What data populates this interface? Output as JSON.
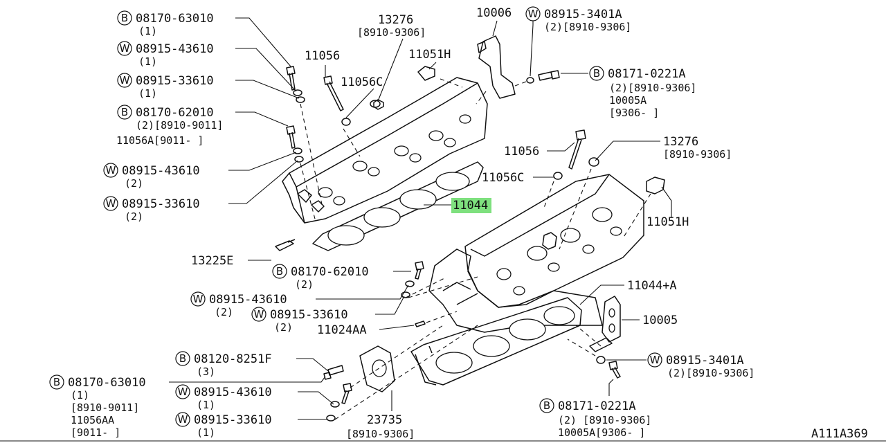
{
  "diagram": {
    "figure_code": "A111A369",
    "highlight_color": "#7ee07e",
    "highlighted_part": "11044",
    "callouts": [
      {
        "prefix": "B",
        "part": "08170-63010",
        "lines": [
          "(1)"
        ]
      },
      {
        "prefix": "W",
        "part": "08915-43610",
        "lines": [
          "(1)"
        ]
      },
      {
        "prefix": "W",
        "part": "08915-33610",
        "lines": [
          "(1)"
        ]
      },
      {
        "prefix": "B",
        "part": "08170-62010",
        "lines": [
          "(2)[8910-9011]",
          "11056A[9011-  ]"
        ]
      },
      {
        "prefix": "W",
        "part": "08915-43610",
        "lines": [
          "(2)"
        ]
      },
      {
        "prefix": "W",
        "part": "08915-33610",
        "lines": [
          "(2)"
        ]
      },
      {
        "prefix": "",
        "part": "13276",
        "lines": [
          "[8910-9306]"
        ]
      },
      {
        "prefix": "",
        "part": "11056",
        "lines": []
      },
      {
        "prefix": "",
        "part": "11051H",
        "lines": []
      },
      {
        "prefix": "",
        "part": "11056C",
        "lines": []
      },
      {
        "prefix": "",
        "part": "10006",
        "lines": []
      },
      {
        "prefix": "W",
        "part": "08915-3401A",
        "lines": [
          "(2)[8910-9306]"
        ]
      },
      {
        "prefix": "B",
        "part": "08171-0221A",
        "lines": [
          "(2)[8910-9306]",
          "10005A",
          "[9306-  ]"
        ]
      },
      {
        "prefix": "",
        "part": "11056",
        "lines": []
      },
      {
        "prefix": "",
        "part": "13276",
        "lines": [
          "[8910-9306]"
        ]
      },
      {
        "prefix": "",
        "part": "11056C",
        "lines": []
      },
      {
        "prefix": "",
        "part": "11044",
        "lines": []
      },
      {
        "prefix": "",
        "part": "11051H",
        "lines": []
      },
      {
        "prefix": "",
        "part": "13225E",
        "lines": []
      },
      {
        "prefix": "B",
        "part": "08170-62010",
        "lines": [
          "(2)"
        ]
      },
      {
        "prefix": "W",
        "part": "08915-43610",
        "lines": [
          "(2)"
        ]
      },
      {
        "prefix": "W",
        "part": "08915-33610",
        "lines": [
          "(2)"
        ]
      },
      {
        "prefix": "",
        "part": "11044+A",
        "lines": []
      },
      {
        "prefix": "",
        "part": "10005",
        "lines": []
      },
      {
        "prefix": "",
        "part": "11024AA",
        "lines": []
      },
      {
        "prefix": "B",
        "part": "08120-8251F",
        "lines": [
          "(3)"
        ]
      },
      {
        "prefix": "B",
        "part": "08170-63010",
        "lines": [
          "(1)",
          "[8910-9011]",
          "11056AA",
          "[9011-  ]"
        ]
      },
      {
        "prefix": "W",
        "part": "08915-43610",
        "lines": [
          "(1)"
        ]
      },
      {
        "prefix": "W",
        "part": "08915-33610",
        "lines": [
          "(1)"
        ]
      },
      {
        "prefix": "W",
        "part": "08915-3401A",
        "lines": [
          "(2)[8910-9306]"
        ]
      },
      {
        "prefix": "",
        "part": "23735",
        "lines": [
          "[8910-9306]"
        ]
      },
      {
        "prefix": "B",
        "part": "08171-0221A",
        "lines": [
          "(2) [8910-9306]",
          "10005A[9306-  ]"
        ]
      }
    ]
  }
}
